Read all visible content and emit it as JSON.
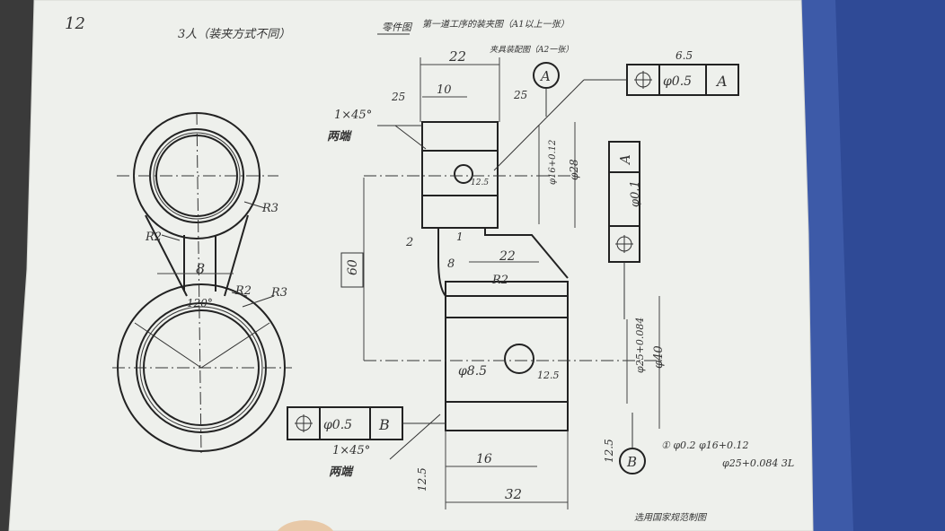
{
  "texts": {
    "page_number": "12",
    "header_left": "3人（装夹方式不同）",
    "header_mid": "第一道工序的装夹图（A1以上一张）",
    "header_sub": "夹具装配图（A2一张）",
    "header_sub2": "零件图",
    "datum_a": "A",
    "datum_b": "B",
    "fcf_top_tol": "φ0.5",
    "fcf_top_ref": "A",
    "fcf_right_tol": "φ0.1",
    "fcf_right_ref": "A",
    "fcf_left_tol": "φ0.5",
    "fcf_left_ref": "B",
    "chamfer_top": "1×45°",
    "chamfer_top_note": "两端",
    "chamfer_bottom": "1×45°",
    "chamfer_bottom_note": "两端",
    "dim_22_top": "22",
    "dim_10": "10",
    "dim_25_left": "25",
    "dim_25_right": "25",
    "dim_phi16": "φ16+0.12",
    "dim_phi28": "φ28",
    "dim_12_5_a": "12.5",
    "dim_2": "2",
    "dim_1": "1",
    "dim_8_side": "8",
    "dim_22_mid": "22",
    "dim_r2_side": "R2",
    "dim_60": "60",
    "dim_phi8_5": "φ8.5",
    "dim_12_5_b": "12.5",
    "dim_phi25": "φ25+0.084",
    "dim_phi40": "φ40",
    "dim_16": "16",
    "dim_32": "32",
    "dim_12_5_c": "12.5",
    "dim_12_5_d": "12.5",
    "dim_6_5": "6.5",
    "front_r3_top": "R3",
    "front_r2_left": "R2",
    "front_8": "8",
    "front_120": "120°",
    "front_r2_mid": "R2",
    "front_r3_bot": "R3",
    "note_1": "① φ0.2 φ16+0.12",
    "note_2": "φ25+0.084 3L",
    "note_bottom": "选用国家规范制图"
  }
}
